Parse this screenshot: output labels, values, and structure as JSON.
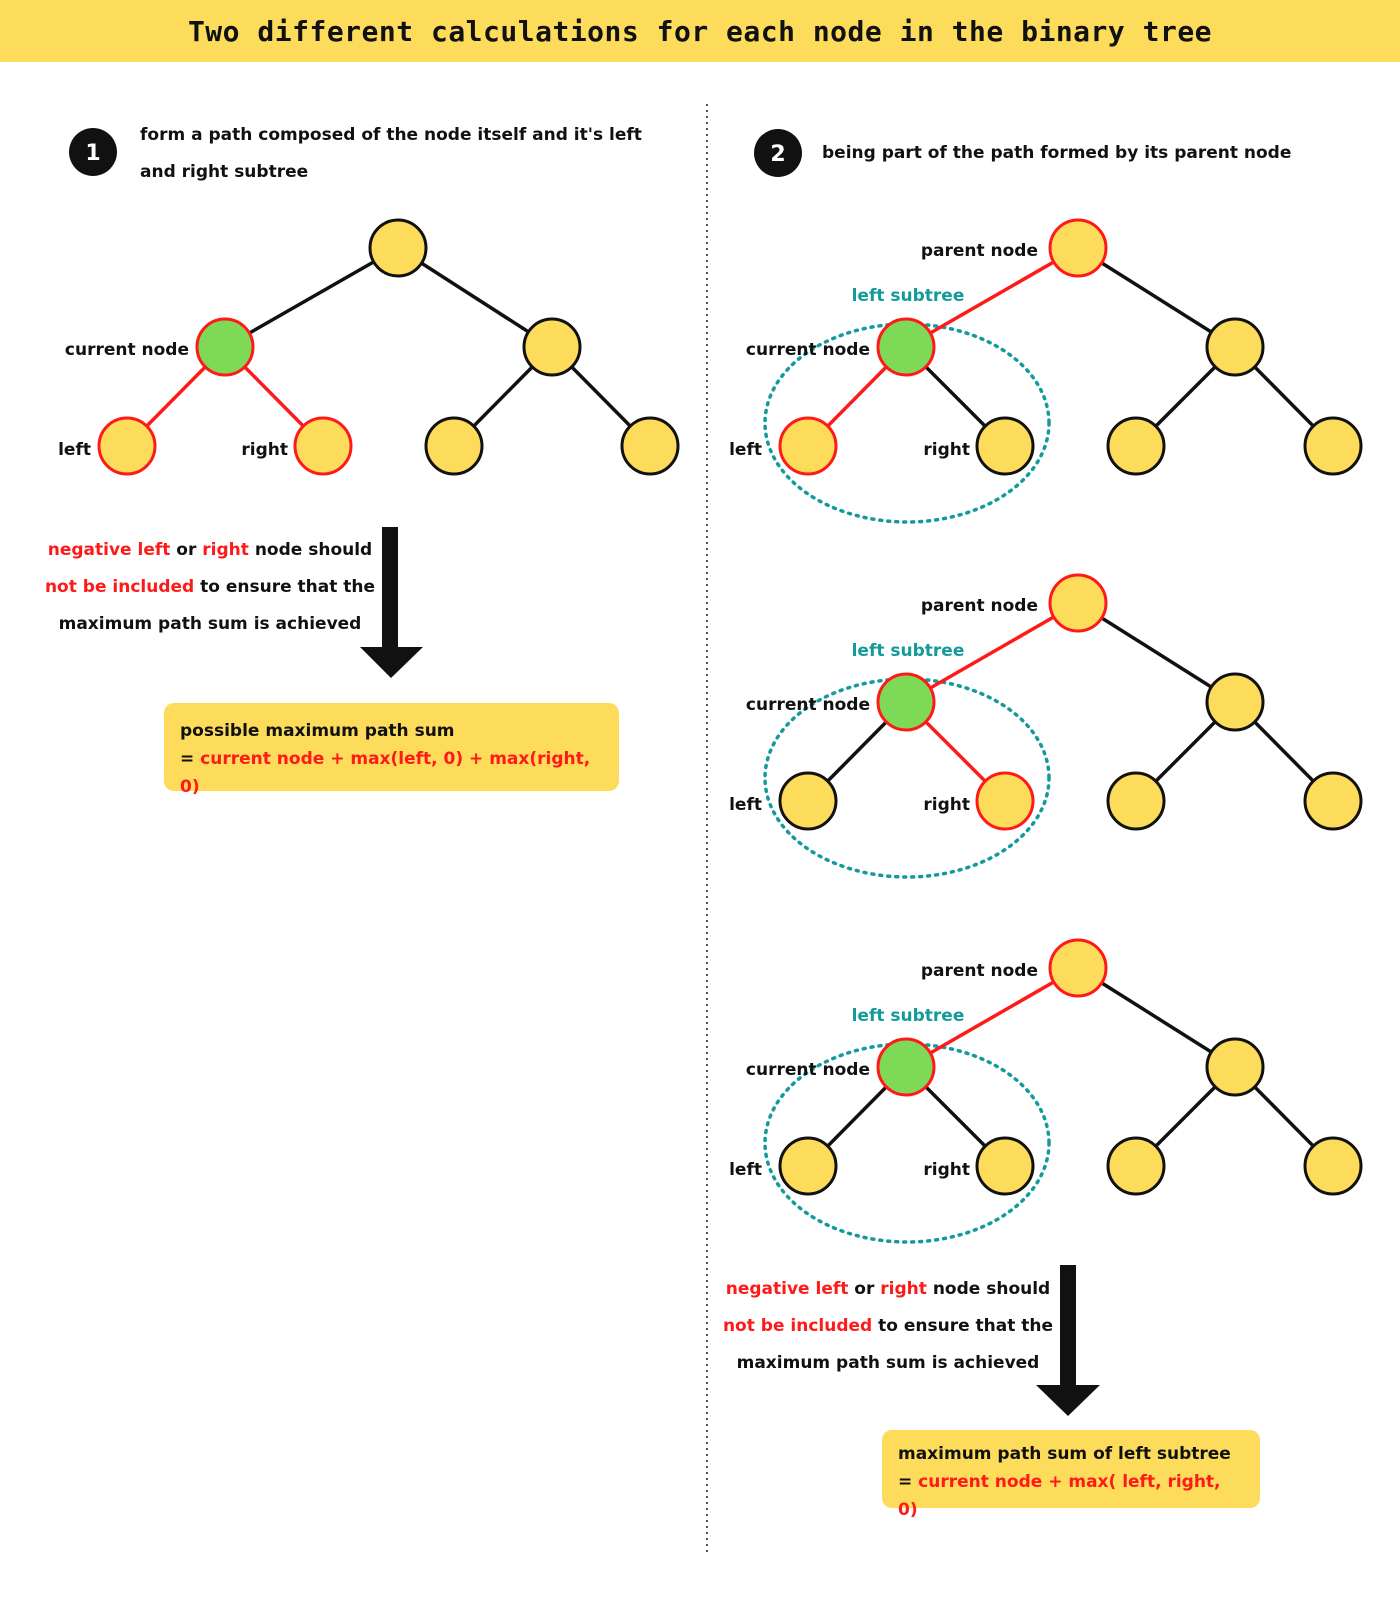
{
  "title": "Two different calculations for each node in the binary tree",
  "colors": {
    "node_fill": "#fddc5c",
    "current_fill": "#7ed957",
    "path_red": "#ff1a1a",
    "edge_black": "#111111",
    "subtree_teal": "#139a9a",
    "banner": "#fddc5c"
  },
  "case1": {
    "number": "1",
    "description": "form a path composed of the node itself and it's left and right subtree",
    "labels": {
      "current": "current node",
      "left": "left",
      "right": "right"
    },
    "note": {
      "p1_red": "negative left",
      "p2": " or ",
      "p3_red": "right",
      "p4": " node should",
      "p5_red": "not be included",
      "p6": " to ensure that the",
      "p7": "maximum path sum is achieved"
    },
    "formula": {
      "line1": "possible maximum path sum",
      "eq": "= ",
      "expr": "current node + max(left, 0) + max(right, 0)"
    }
  },
  "case2": {
    "number": "2",
    "description": "being part of the path formed by its parent node",
    "labels": {
      "parent": "parent node",
      "subtree": "left subtree",
      "current": "current node",
      "left": "left",
      "right": "right"
    },
    "note": {
      "p1_red": "negative left",
      "p2": " or ",
      "p3_red": "right",
      "p4": " node should",
      "p5_red": "not be included",
      "p6": " to ensure that the",
      "p7": "maximum path sum is achieved"
    },
    "formula": {
      "line1": "maximum path sum of left subtree",
      "eq": "= ",
      "expr": "current node + max( left, right, 0)"
    }
  }
}
